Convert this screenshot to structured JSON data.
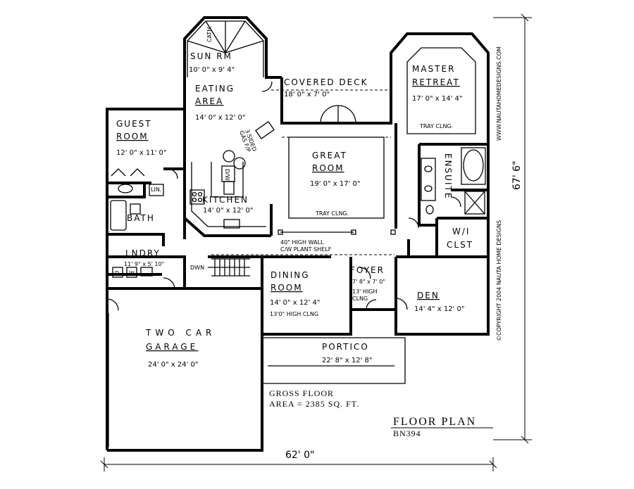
{
  "rooms": {
    "sun_room": {
      "name": "SUN RM",
      "size": "10' 0\" x 9' 4\"",
      "note": "CATH."
    },
    "eating": {
      "name_1": "EATING",
      "name_2": "AREA",
      "size": "14' 0\" x 12' 0\""
    },
    "covered_deck": {
      "name": "COVERED DECK",
      "size": "18' 0\" x 7' 0\""
    },
    "master": {
      "name_1": "MASTER",
      "name_2": "RETREAT",
      "size": "17' 0\" x 14' 4\"",
      "note": "TRAY CLNG."
    },
    "guest": {
      "name_1": "GUEST",
      "name_2": "ROOM",
      "size": "12' 0\" x 11' 0\""
    },
    "fireplace": {
      "line_1": "3 SIDED",
      "line_2": "GAS F/P"
    },
    "great": {
      "name_1": "GREAT",
      "name_2": "ROOM",
      "size": "19' 0\" x 17' 0\"",
      "note": "TRAY CLNG."
    },
    "ensuite": {
      "name": "ENSUITE"
    },
    "kitchen": {
      "name": "KITCHEN",
      "size": "14' 0\" x 12' 0\"",
      "dw": "D/W"
    },
    "linen": {
      "name": "LIN."
    },
    "bath": {
      "name": "BATH"
    },
    "closet": {
      "name_1": "W/I",
      "name_2": "CLST"
    },
    "wall_note": {
      "line_1": "40\" HIGH WALL",
      "line_2": "C/W PLANT SHELF"
    },
    "laundry": {
      "name": "LNDRY",
      "size": "11' 9\" x 5' 10\"",
      "d": "D",
      "w": "W"
    },
    "stairs": {
      "label": "DWN"
    },
    "dining": {
      "name_1": "DINING",
      "name_2": "ROOM",
      "size": "14' 0\" x 12' 4\"",
      "note": "13'0\" HIGH CLNG"
    },
    "foyer": {
      "name": "FOYER",
      "size": "7' 8\" x 7' 0\"",
      "note_1": "13' HIGH",
      "note_2": "CLNG"
    },
    "den": {
      "name": "DEN",
      "size": "14' 4\" x 12' 0\""
    },
    "portico": {
      "name": "PORTICO",
      "size": "22' 8\" x 12' 8\""
    },
    "garage": {
      "name_1": "TWO CAR",
      "name_2": "GARAGE",
      "size": "24' 0\" x 24' 0\""
    }
  },
  "gross_floor": {
    "line_1": "GROSS FLOOR",
    "line_2": "AREA = 2385 SQ. FT."
  },
  "title": {
    "main": "FLOOR PLAN",
    "code": "BN394"
  },
  "dimensions": {
    "width": "62' 0\"",
    "depth": "67' 6\""
  },
  "copyright": "©COPYRIGHT 2004 NAUTA HOME DESIGNS",
  "website": "WWW.NAUTAHOMEDESIGNS.COM"
}
